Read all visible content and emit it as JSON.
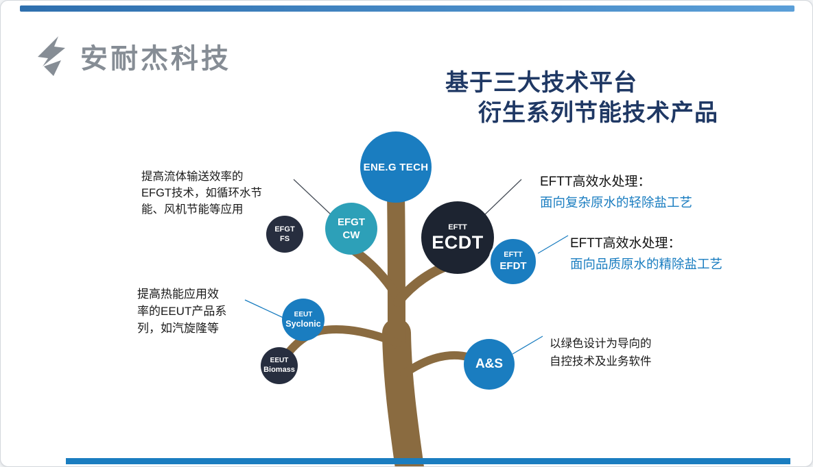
{
  "colors": {
    "accent_blue": "#1a7dc0",
    "teal": "#2da0b8",
    "navy": "#272e3f",
    "dark_navy": "#1d2431",
    "branch_brown": "#8a6b40",
    "title_navy": "#1f3864",
    "logo_gray": "#868d95",
    "text_black": "#1a1a1a",
    "connector_dark": "#474e58",
    "bar_blue_left": "#2e6fae",
    "bar_blue_right": "#5b9fd8"
  },
  "logo": {
    "company_name": "安耐杰科技"
  },
  "title": {
    "line1": "基于三大技术平台",
    "line2": "衍生系列节能技术产品"
  },
  "nodes": {
    "ene_g_tech": {
      "label": "ENE.G TECH"
    },
    "efgt_cw": {
      "line1": "EFGT",
      "line2": "CW"
    },
    "efgt_fs": {
      "line1": "EFGT",
      "line2": "FS"
    },
    "eftt_ecdt": {
      "line1": "EFTT",
      "line2": "ECDT"
    },
    "eftt_efdt": {
      "line1": "EFTT",
      "line2": "EFDT"
    },
    "eeut_syclonic": {
      "line1": "EEUT",
      "line2": "Syclonic"
    },
    "eeut_biomass": {
      "line1": "EEUT",
      "line2": "Biomass"
    },
    "a_and_s": {
      "label": "A&S"
    }
  },
  "annotations": {
    "left_top": {
      "line1": "提高流体输送效率的",
      "line2": "EFGT技术，如循环水节",
      "line3": "能、风机节能等应用"
    },
    "left_mid": {
      "line1": "提高热能应用效",
      "line2": "率的EEUT产品系",
      "line3": "列，如汽旋隆等"
    },
    "right_top": {
      "heading": "EFTT高效水处理：",
      "detail": "面向复杂原水的轻除盐工艺"
    },
    "right_mid": {
      "heading": "EFTT高效水处理：",
      "detail": "面向品质原水的精除盐工艺"
    },
    "right_bottom": {
      "line1": "以绿色设计为导向的",
      "line2": "自控技术及业务软件"
    }
  }
}
